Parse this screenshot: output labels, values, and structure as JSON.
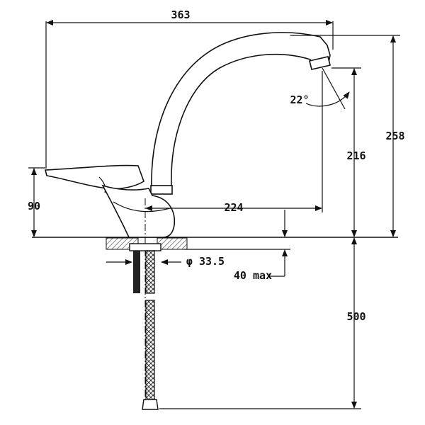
{
  "dimensions": {
    "total_width": "363",
    "total_height": "258",
    "spout_height": "216",
    "handle_height": "90",
    "spout_reach": "224",
    "spout_angle": "22°",
    "thread_diameter": "φ 33.5",
    "counter_thickness": "40 max",
    "hose_length": "500"
  },
  "colors": {
    "line": "#111111",
    "background": "#ffffff",
    "hatch": "#555555"
  }
}
